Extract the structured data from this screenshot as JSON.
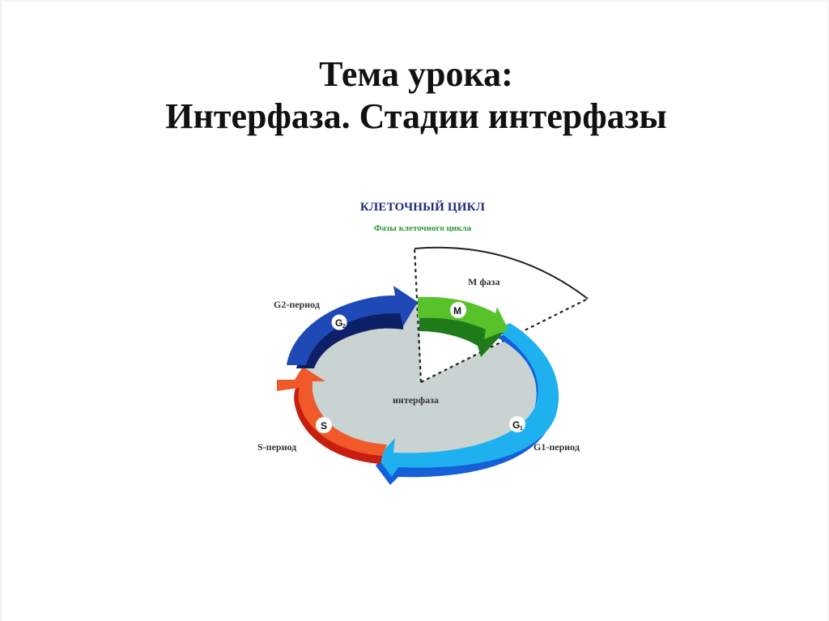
{
  "slide": {
    "title_line1": "Тема урока:",
    "title_line2": "Интерфаза. Стадии интерфазы"
  },
  "diagram": {
    "title": "КЛЕТОЧНЫЙ ЦИКЛ",
    "subtitle": "Фазы клеточного цикла",
    "center_label": "интерфаза",
    "m_phase_label": "М фаза",
    "phases": [
      {
        "key": "G1",
        "badge": "G1",
        "badge_main": "G",
        "badge_sub": "1",
        "label": "G1-период",
        "color": "#1fb0f0",
        "shade": "#1560d8"
      },
      {
        "key": "S",
        "badge": "S",
        "badge_main": "S",
        "badge_sub": "",
        "label": "S-период",
        "color": "#f05a2a",
        "shade": "#c81e10"
      },
      {
        "key": "G2",
        "badge": "G2",
        "badge_main": "G",
        "badge_sub": "2",
        "label": "G2-период",
        "color": "#2049b8",
        "shade": "#0d1f66"
      },
      {
        "key": "M",
        "badge": "M",
        "badge_main": "M",
        "badge_sub": "",
        "label": "М фаза",
        "color": "#58c22a",
        "shade": "#1f7a1a"
      }
    ],
    "colors": {
      "title": "#1c2a7a",
      "subtitle": "#2a9a3a",
      "interphase_fill": "#c9d3d2"
    }
  }
}
